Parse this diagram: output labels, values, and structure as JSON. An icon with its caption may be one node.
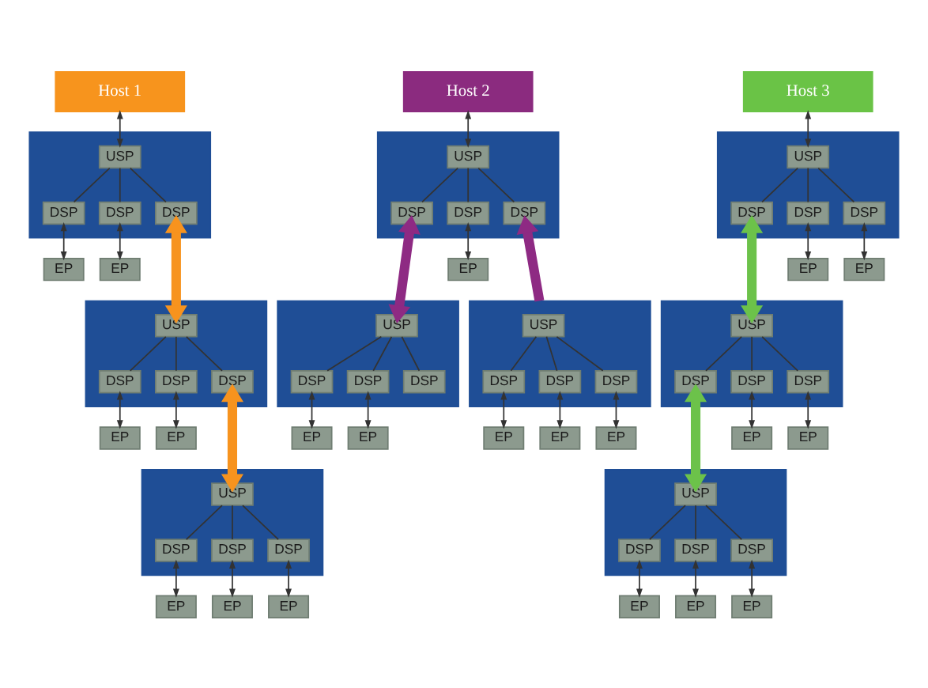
{
  "diagram": {
    "nodes": [
      {
        "text": [
          "Host 1"
        ]
      },
      {
        "text": [],
        "shape": "box"
      },
      {
        "text": [
          "USP"
        ],
        "in": 1
      },
      {
        "text": [
          "DSP"
        ],
        "in": 1
      },
      {
        "text": [
          "DSP"
        ],
        "in": 1
      },
      {
        "text": [
          "DSP"
        ],
        "in": 1
      },
      {
        "text": [
          "EP"
        ]
      },
      {
        "text": [
          "EP"
        ]
      },
      {
        "text": [],
        "shape": "box"
      },
      {
        "text": [
          "USP"
        ],
        "in": 8
      },
      {
        "text": [
          "DSP"
        ],
        "in": 8
      },
      {
        "text": [
          "DSP"
        ],
        "in": 8
      },
      {
        "text": [
          "DSP"
        ],
        "in": 8
      },
      {
        "text": [
          "EP"
        ]
      },
      {
        "text": [
          "EP"
        ]
      },
      {
        "text": [],
        "shape": "box"
      },
      {
        "text": [
          "USP"
        ],
        "in": 15
      },
      {
        "text": [
          "DSP"
        ],
        "in": 15
      },
      {
        "text": [
          "DSP"
        ],
        "in": 15
      },
      {
        "text": [
          "DSP"
        ],
        "in": 15
      },
      {
        "text": [
          "EP"
        ]
      },
      {
        "text": [
          "EP"
        ]
      },
      {
        "text": [
          "EP"
        ]
      },
      {
        "text": [
          "Host 2"
        ]
      },
      {
        "text": [],
        "shape": "box"
      },
      {
        "text": [
          "USP"
        ],
        "in": 24
      },
      {
        "text": [
          "DSP"
        ],
        "in": 24
      },
      {
        "text": [
          "DSP"
        ],
        "in": 24
      },
      {
        "text": [
          "DSP"
        ],
        "in": 24
      },
      {
        "text": [
          "EP"
        ]
      },
      {
        "text": [],
        "shape": "box"
      },
      {
        "text": [
          "USP"
        ],
        "in": 30
      },
      {
        "text": [
          "DSP"
        ],
        "in": 30
      },
      {
        "text": [
          "DSP"
        ],
        "in": 30
      },
      {
        "text": [
          "DSP"
        ],
        "in": 30
      },
      {
        "text": [
          "EP"
        ]
      },
      {
        "text": [
          "EP"
        ]
      },
      {
        "text": [],
        "shape": "box"
      },
      {
        "text": [
          "USP"
        ],
        "in": 37
      },
      {
        "text": [
          "DSP"
        ],
        "in": 37
      },
      {
        "text": [
          "DSP"
        ],
        "in": 37
      },
      {
        "text": [
          "DSP"
        ],
        "in": 37
      },
      {
        "text": [
          "EP"
        ]
      },
      {
        "text": [
          "EP"
        ]
      },
      {
        "text": [
          "EP"
        ]
      },
      {
        "text": [
          "Host 3"
        ]
      },
      {
        "text": [],
        "shape": "box"
      },
      {
        "text": [
          "USP"
        ],
        "in": 46
      },
      {
        "text": [
          "DSP"
        ],
        "in": 46
      },
      {
        "text": [
          "DSP"
        ],
        "in": 46
      },
      {
        "text": [
          "DSP"
        ],
        "in": 46
      },
      {
        "text": [
          "EP"
        ]
      },
      {
        "text": [
          "EP"
        ]
      },
      {
        "text": [],
        "shape": "box"
      },
      {
        "text": [
          "USP"
        ],
        "in": 53
      },
      {
        "text": [
          "DSP"
        ],
        "in": 53
      },
      {
        "text": [
          "DSP"
        ],
        "in": 53
      },
      {
        "text": [
          "DSP"
        ],
        "in": 53
      },
      {
        "text": [
          "EP"
        ]
      },
      {
        "text": [
          "EP"
        ]
      },
      {
        "text": [],
        "shape": "box"
      },
      {
        "text": [
          "USP"
        ],
        "in": 60
      },
      {
        "text": [
          "DSP"
        ],
        "in": 60
      },
      {
        "text": [
          "DSP"
        ],
        "in": 60
      },
      {
        "text": [
          "DSP"
        ],
        "in": 60
      },
      {
        "text": [
          "EP"
        ]
      },
      {
        "text": [
          "EP"
        ]
      },
      {
        "text": [
          "EP"
        ]
      }
    ],
    "edges": [
      {
        "from": 0,
        "to": 2,
        "arrow": "both"
      },
      {
        "from": 2,
        "to": 3,
        "arrow": "none"
      },
      {
        "from": 2,
        "to": 4,
        "arrow": "none"
      },
      {
        "from": 2,
        "to": 5,
        "arrow": "none"
      },
      {
        "from": 3,
        "to": 6,
        "arrow": "both"
      },
      {
        "from": 4,
        "to": 7,
        "arrow": "both"
      },
      {
        "from": 5,
        "to": 9,
        "arrow": "both",
        "style": "thick",
        "color": "#f7931e"
      },
      {
        "from": 9,
        "to": 10,
        "arrow": "none"
      },
      {
        "from": 9,
        "to": 11,
        "arrow": "none"
      },
      {
        "from": 9,
        "to": 12,
        "arrow": "none"
      },
      {
        "from": 10,
        "to": 13,
        "arrow": "both"
      },
      {
        "from": 11,
        "to": 14,
        "arrow": "both"
      },
      {
        "from": 12,
        "to": 16,
        "arrow": "both",
        "style": "thick",
        "color": "#f7931e"
      },
      {
        "from": 16,
        "to": 17,
        "arrow": "none"
      },
      {
        "from": 16,
        "to": 18,
        "arrow": "none"
      },
      {
        "from": 16,
        "to": 19,
        "arrow": "none"
      },
      {
        "from": 17,
        "to": 20,
        "arrow": "both"
      },
      {
        "from": 18,
        "to": 21,
        "arrow": "both"
      },
      {
        "from": 19,
        "to": 22,
        "arrow": "both"
      },
      {
        "from": 23,
        "to": 25,
        "arrow": "both"
      },
      {
        "from": 25,
        "to": 26,
        "arrow": "none"
      },
      {
        "from": 25,
        "to": 27,
        "arrow": "none"
      },
      {
        "from": 25,
        "to": 28,
        "arrow": "none"
      },
      {
        "from": 27,
        "to": 29,
        "arrow": "both"
      },
      {
        "from": 26,
        "to": 31,
        "arrow": "both",
        "style": "thick",
        "color": "#8e2a83"
      },
      {
        "from": 37,
        "to": 28,
        "arrow": "to",
        "style": "thick",
        "color": "#8e2a83"
      },
      {
        "from": 31,
        "to": 32,
        "arrow": "none"
      },
      {
        "from": 31,
        "to": 33,
        "arrow": "none"
      },
      {
        "from": 31,
        "to": 34,
        "arrow": "none"
      },
      {
        "from": 32,
        "to": 35,
        "arrow": "both"
      },
      {
        "from": 33,
        "to": 36,
        "arrow": "both"
      },
      {
        "from": 38,
        "to": 39,
        "arrow": "none"
      },
      {
        "from": 38,
        "to": 40,
        "arrow": "none"
      },
      {
        "from": 38,
        "to": 41,
        "arrow": "none"
      },
      {
        "from": 39,
        "to": 42,
        "arrow": "both"
      },
      {
        "from": 40,
        "to": 43,
        "arrow": "both"
      },
      {
        "from": 41,
        "to": 44,
        "arrow": "both"
      },
      {
        "from": 45,
        "to": 47,
        "arrow": "both"
      },
      {
        "from": 47,
        "to": 48,
        "arrow": "none"
      },
      {
        "from": 47,
        "to": 49,
        "arrow": "none"
      },
      {
        "from": 47,
        "to": 50,
        "arrow": "none"
      },
      {
        "from": 49,
        "to": 51,
        "arrow": "both"
      },
      {
        "from": 50,
        "to": 52,
        "arrow": "both"
      },
      {
        "from": 48,
        "to": 54,
        "arrow": "both",
        "style": "thick",
        "color": "#6cc24a"
      },
      {
        "from": 54,
        "to": 55,
        "arrow": "none"
      },
      {
        "from": 54,
        "to": 56,
        "arrow": "none"
      },
      {
        "from": 54,
        "to": 57,
        "arrow": "none"
      },
      {
        "from": 56,
        "to": 58,
        "arrow": "both"
      },
      {
        "from": 57,
        "to": 59,
        "arrow": "both"
      },
      {
        "from": 55,
        "to": 61,
        "arrow": "both",
        "style": "thick",
        "color": "#6cc24a"
      },
      {
        "from": 61,
        "to": 62,
        "arrow": "none"
      },
      {
        "from": 61,
        "to": 63,
        "arrow": "none"
      },
      {
        "from": 61,
        "to": 64,
        "arrow": "none"
      },
      {
        "from": 62,
        "to": 65,
        "arrow": "both"
      },
      {
        "from": 63,
        "to": 66,
        "arrow": "both"
      },
      {
        "from": 64,
        "to": 67,
        "arrow": "both"
      }
    ]
  }
}
